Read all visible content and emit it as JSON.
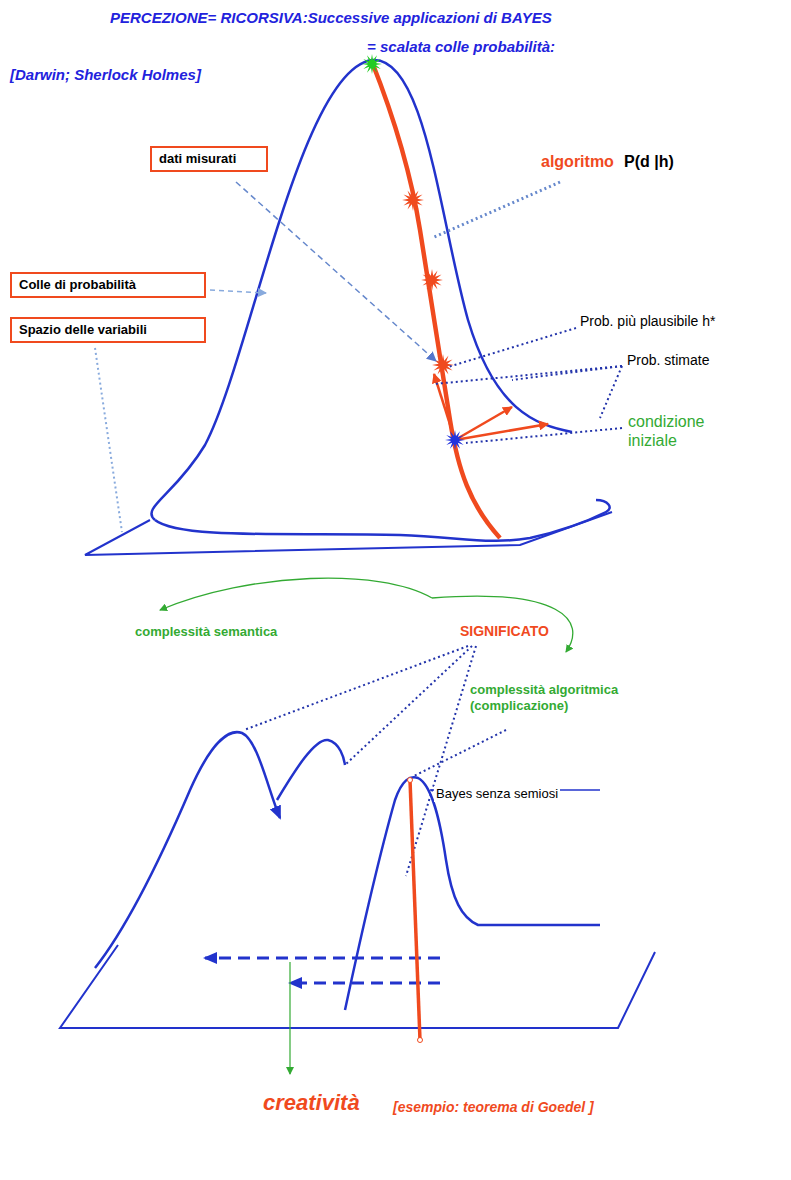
{
  "diagram": {
    "title": "PERCEZIONE= RICORSIVA:Successive applicazioni di BAYES = scalata colle probabilità:",
    "nodes": [
      {
        "text": [
          "dati misurati"
        ]
      },
      {
        "text": [
          "Colle di probabilità"
        ]
      },
      {
        "text": [
          "Spazio delle variabili"
        ]
      }
    ],
    "labels": [
      "[Darwin; Sherlock Holmes]",
      "algoritmo",
      "P(d |h)",
      "Prob. più plausibile h*",
      "Prob. stimate",
      "condizione iniziale",
      "complessità semantica",
      "SIGNIFICATO",
      "complessità algoritmica (complicazione)",
      "Bayes senza semiosi",
      "creatività",
      "[esempio: teorema di Goedel ]"
    ]
  }
}
